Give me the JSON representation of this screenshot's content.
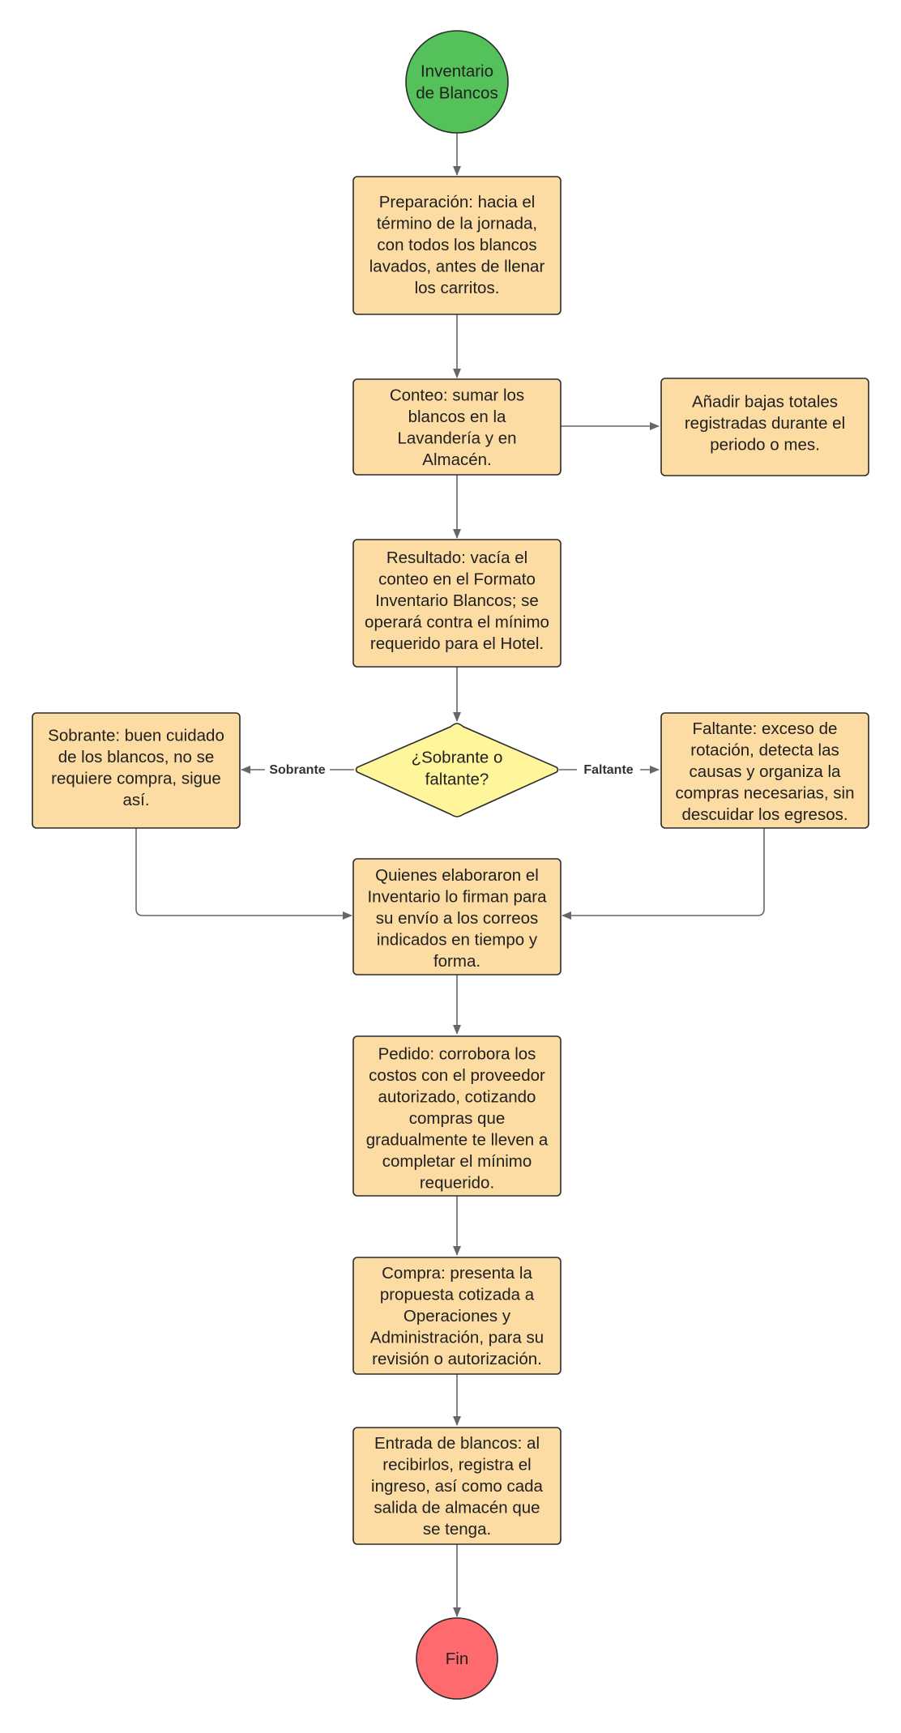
{
  "colors": {
    "process_fill": "#fcdca3",
    "start_fill": "#55c15a",
    "end_fill": "#fe6a6d",
    "decision_fill": "#fff59b",
    "stroke": "#2b2b2b",
    "arrow": "#666666"
  },
  "nodes": {
    "start": [
      "Inventario",
      "de Blancos"
    ],
    "preparacion": [
      "Preparación: hacia el",
      "término de la jornada,",
      "con todos los blancos",
      "lavados, antes de llenar",
      "los carritos."
    ],
    "conteo": [
      "Conteo: sumar los",
      "blancos en la",
      "Lavandería y en",
      "Almacén."
    ],
    "bajas": [
      "Añadir bajas totales",
      "registradas durante el",
      "periodo o mes."
    ],
    "resultado": [
      "Resultado: vacía el",
      "conteo en el Formato",
      "Inventario Blancos; se",
      "operará contra el mínimo",
      "requerido para el Hotel."
    ],
    "decision": [
      "¿Sobrante o",
      "faltante?"
    ],
    "sobrante": [
      "Sobrante: buen cuidado",
      "de los blancos, no se",
      "requiere compra, sigue",
      "así."
    ],
    "faltante": [
      "Faltante: exceso de",
      "rotación, detecta las",
      "causas y organiza la",
      "compras necesarias, sin",
      "descuidar los egresos."
    ],
    "firma": [
      "Quienes elaboraron el",
      "Inventario lo firman para",
      "su envío a los correos",
      "indicados en tiempo y",
      "forma."
    ],
    "pedido": [
      "Pedido: corrobora los",
      "costos con el proveedor",
      "autorizado, cotizando",
      "compras que",
      "gradualmente te lleven a",
      "completar el mínimo",
      "requerido."
    ],
    "compra": [
      "Compra: presenta la",
      "propuesta cotizada a",
      "Operaciones y",
      "Administración, para su",
      "revisión o autorización."
    ],
    "entrada": [
      "Entrada de blancos: al",
      "recibirlos, registra el",
      "ingreso, así como cada",
      "salida de almacén que",
      "se tenga."
    ],
    "end": [
      "Fin"
    ]
  },
  "edge_labels": {
    "sobrante": "Sobrante",
    "faltante": "Faltante"
  }
}
